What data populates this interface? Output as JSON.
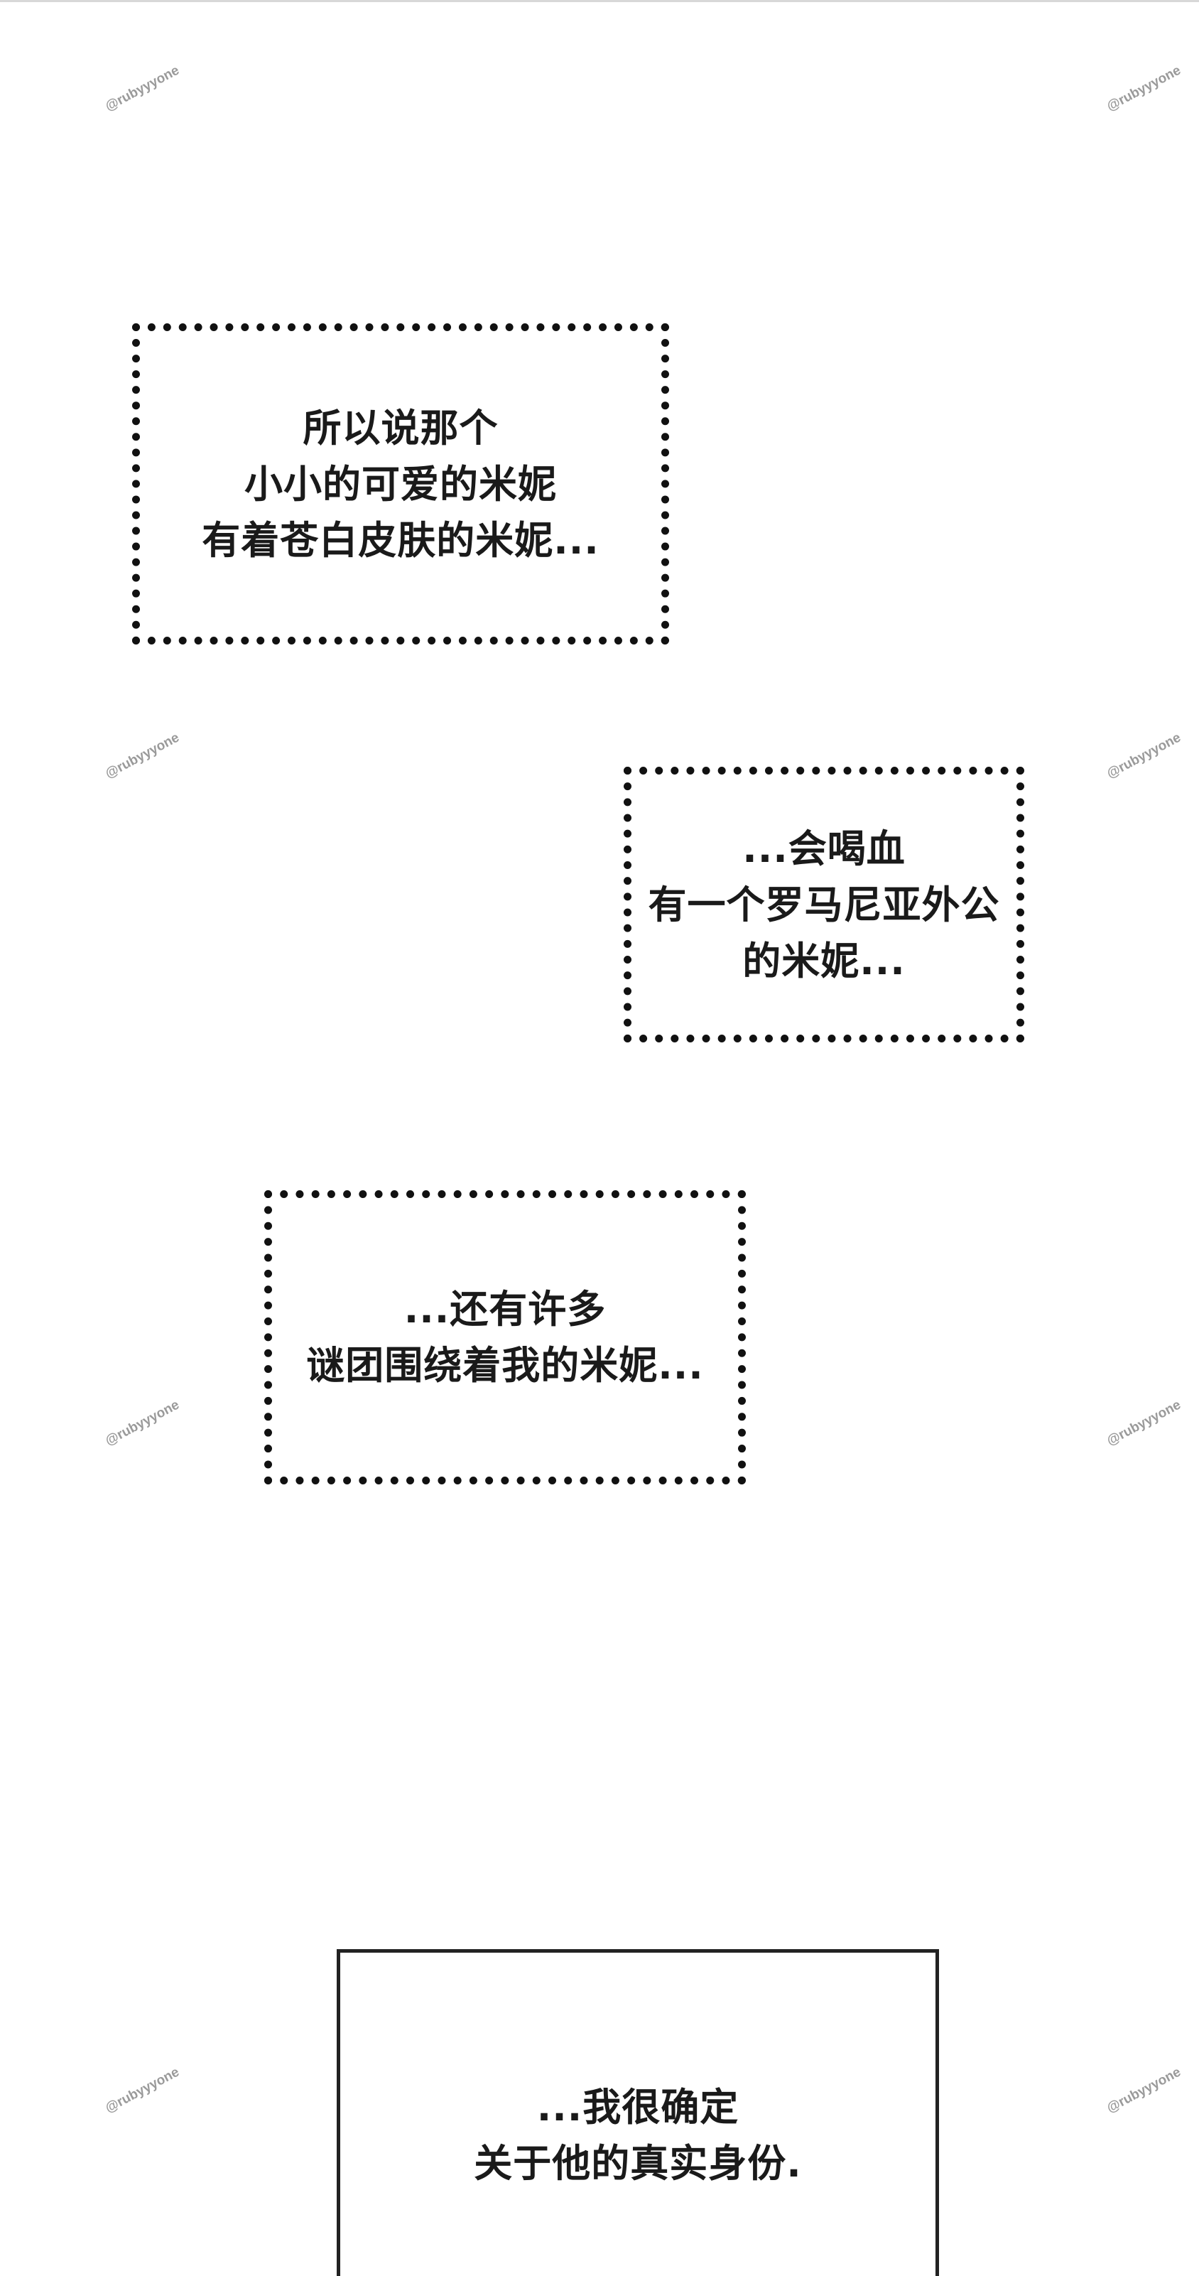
{
  "watermark": "@rubyyyone",
  "panels": [
    {
      "lines": [
        "所以说那个",
        "小小的可爱的米妮",
        "有着苍白皮肤的米妮..."
      ]
    },
    {
      "lines": [
        "...会喝血",
        "有一个罗马尼亚外公",
        "的米妮..."
      ]
    },
    {
      "lines": [
        "...还有许多",
        "谜团围绕着我的米妮..."
      ]
    },
    {
      "lines": [
        "...我很确定",
        "关于他的真实身份."
      ]
    }
  ]
}
